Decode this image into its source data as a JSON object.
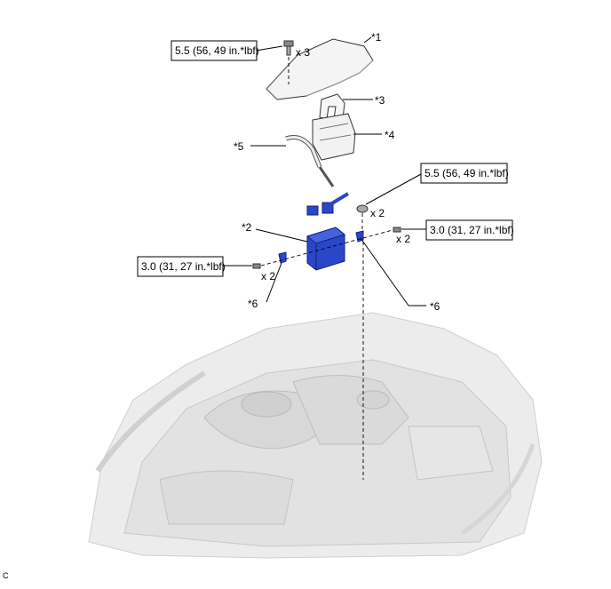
{
  "diagram": {
    "torque_specs": {
      "cover_bolt": "5.5 (56, 49 in.*lbf)",
      "bracket_nut": "5.5 (56, 49 in.*lbf)",
      "right_bolt": "3.0 (31, 27 in.*lbf)",
      "left_bolt": "3.0 (31, 27 in.*lbf)"
    },
    "quantities": {
      "cover_bolt": "x 3",
      "bracket_nut": "x 2",
      "right_bolt": "x 2",
      "left_bolt": "x 2"
    },
    "callouts": {
      "c1": "*1",
      "c2": "*2",
      "c3": "*3",
      "c4": "*4",
      "c5": "*5",
      "c6_left": "*6",
      "c6_right": "*6"
    },
    "corner_mark": "C"
  }
}
